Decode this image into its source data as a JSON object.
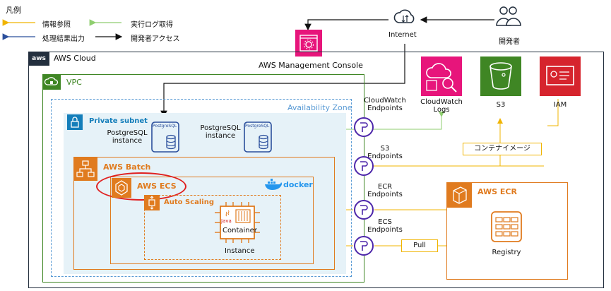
{
  "legend": {
    "title": "凡例",
    "items": [
      {
        "label": "情報参照",
        "color": "#f0b400"
      },
      {
        "label": "実行ログ取得",
        "color": "#8fce6f"
      },
      {
        "label": "処理結果出力",
        "color": "#2b4f9c"
      },
      {
        "label": "開発者アクセス",
        "color": "#111111"
      }
    ]
  },
  "labels": {
    "internet": "Internet",
    "developer": "開発者",
    "mgmt_console": "AWS Management Console",
    "aws_cloud": "AWS Cloud",
    "vpc": "VPC",
    "availability_zone": "Availability Zone",
    "private_subnet": "Private subnet",
    "pg1": "PostgreSQL\ninstance",
    "pg2": "PostgreSQL\ninstance",
    "pg_badge": "PostgreSQL",
    "aws_batch": "AWS Batch",
    "aws_ecs": "AWS ECS",
    "docker": "docker",
    "auto_scaling": "Auto Scaling",
    "container": "Container",
    "java": "Java",
    "instance": "Instance",
    "cloudwatch_endpoints": "CloudWatch\nEndpoints",
    "s3_endpoints": "S3\nEndpoints",
    "ecr_endpoints": "ECR\nEndpoints",
    "ecs_endpoints": "ECS\nEndpoints",
    "cloudwatch_logs": "CloudWatch\nLogs",
    "s3": "S3",
    "iam": "IAM",
    "container_image": "コンテナイメージ",
    "aws_ecr": "AWS ECR",
    "registry": "Registry",
    "pull": "Pull"
  },
  "colors": {
    "aws_dark": "#232f3e",
    "vpc_green": "#3f8624",
    "az_blue": "#5a9bd5",
    "subnet_fill": "#e6f2f8",
    "subnet_blue": "#147eba",
    "orange": "#e07b1f",
    "s3_green": "#3f8624",
    "iam_red": "#d6242d",
    "cloudwatch_pink": "#e7157b",
    "ecs_highlight": "#e02020",
    "endpoint_purple": "#4d27aa"
  }
}
